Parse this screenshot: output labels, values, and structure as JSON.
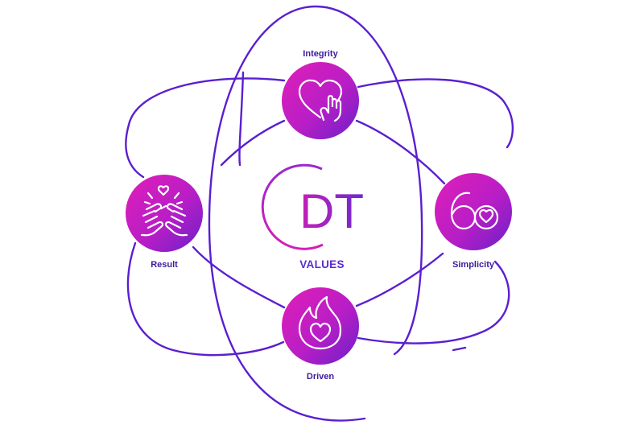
{
  "center": {
    "logo_text": "DT",
    "caption": "VALUES"
  },
  "nodes": [
    {
      "key": "integrity",
      "label": "Integrity",
      "icon": "heart-hand-icon"
    },
    {
      "key": "result",
      "label": "Result",
      "icon": "high-five-icon"
    },
    {
      "key": "simplicity",
      "label": "Simplicity",
      "icon": "sixty-heart-icon"
    },
    {
      "key": "driven",
      "label": "Driven",
      "icon": "flame-heart-icon"
    }
  ],
  "colors": {
    "orbit": "#5a1fd0",
    "node_gradient_start": "#d61ec0",
    "node_gradient_end": "#6a20c8",
    "label": "#3d1a9e"
  }
}
